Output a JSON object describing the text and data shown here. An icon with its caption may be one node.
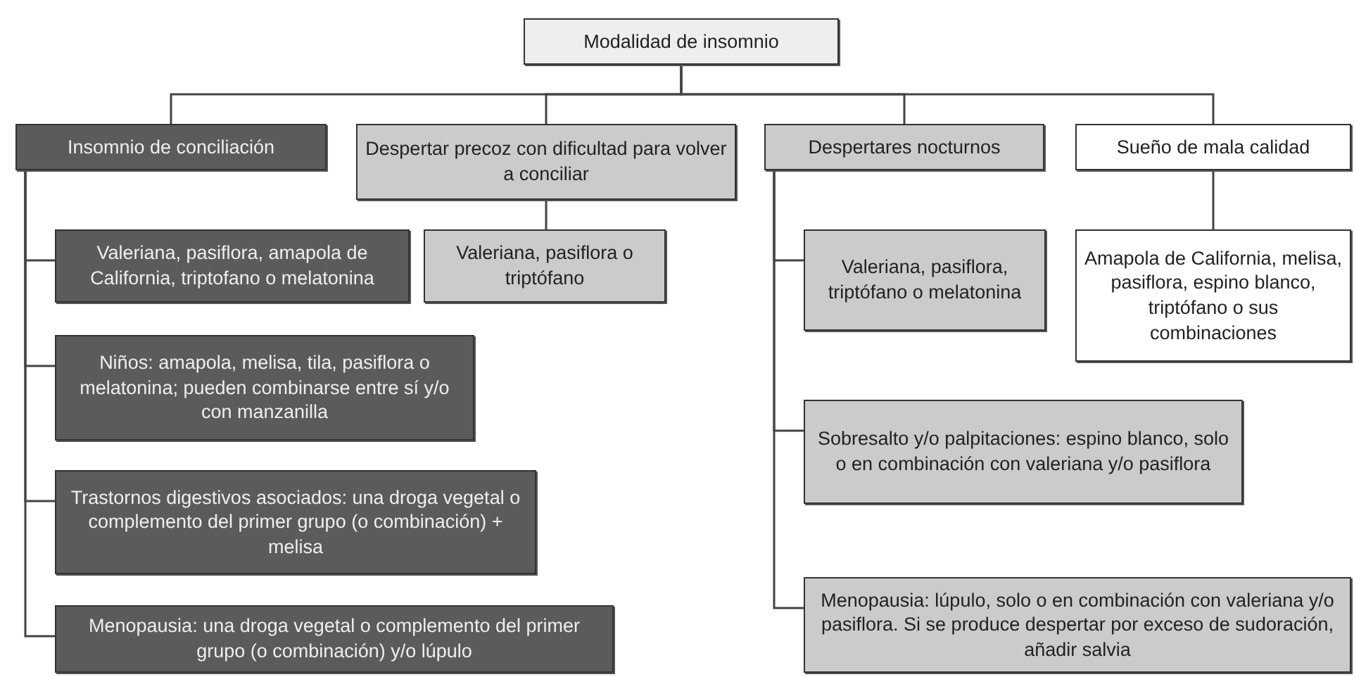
{
  "diagram": {
    "nodes": [
      {
        "text": [
          "Modalidad de insomnio"
        ]
      },
      {
        "text": [
          "Insomnio de conciliación"
        ]
      },
      {
        "text": [
          "Despertar precoz con dificultad para volver a conciliar"
        ]
      },
      {
        "text": [
          "Despertares nocturnos"
        ]
      },
      {
        "text": [
          "Sueño de mala calidad"
        ]
      },
      {
        "text": [
          "Valeriana, pasiflora, amapola de California, triptofano o melatonina"
        ]
      },
      {
        "text": [
          "Valeriana, pasiflora o triptófano"
        ]
      },
      {
        "text": [
          "Valeriana, pasiflora, triptófano o melatonina"
        ]
      },
      {
        "text": [
          "Amapola de California, melisa, pasiflora, espino blanco, triptófano o sus combinaciones"
        ]
      },
      {
        "text": [
          "Niños: amapola, melisa, tila, pasiflora o melatonina; pueden combinarse entre sí y/o con manzanilla"
        ]
      },
      {
        "text": [
          "Sobresalto y/o palpitaciones: espino blanco, solo o en combinación con valeriana y/o pasiflora"
        ]
      },
      {
        "text": [
          "Trastornos digestivos asociados: una droga vegetal o complemento del primer grupo (o combinación) + melisa"
        ]
      },
      {
        "text": [
          "Menopausia: una droga vegetal o complemento del primer grupo (o combinación) y/o lúpulo"
        ]
      },
      {
        "text": [
          "Menopausia: lúpulo, solo o en combinación con valeriana y/o pasiflora. Si se produce despertar por exceso de sudoración, añadir salvia"
        ]
      }
    ],
    "edges": [
      {
        "from": 0,
        "to": 1,
        "arrow": "none"
      },
      {
        "from": 0,
        "to": 2,
        "arrow": "none"
      },
      {
        "from": 0,
        "to": 3,
        "arrow": "none"
      },
      {
        "from": 0,
        "to": 4,
        "arrow": "none"
      },
      {
        "from": 1,
        "to": 5,
        "arrow": "none"
      },
      {
        "from": 1,
        "to": 9,
        "arrow": "none"
      },
      {
        "from": 1,
        "to": 11,
        "arrow": "none"
      },
      {
        "from": 1,
        "to": 12,
        "arrow": "none"
      },
      {
        "from": 2,
        "to": 6,
        "arrow": "none"
      },
      {
        "from": 3,
        "to": 7,
        "arrow": "none"
      },
      {
        "from": 3,
        "to": 10,
        "arrow": "none"
      },
      {
        "from": 3,
        "to": 13,
        "arrow": "none"
      },
      {
        "from": 4,
        "to": 8,
        "arrow": "none"
      }
    ]
  }
}
